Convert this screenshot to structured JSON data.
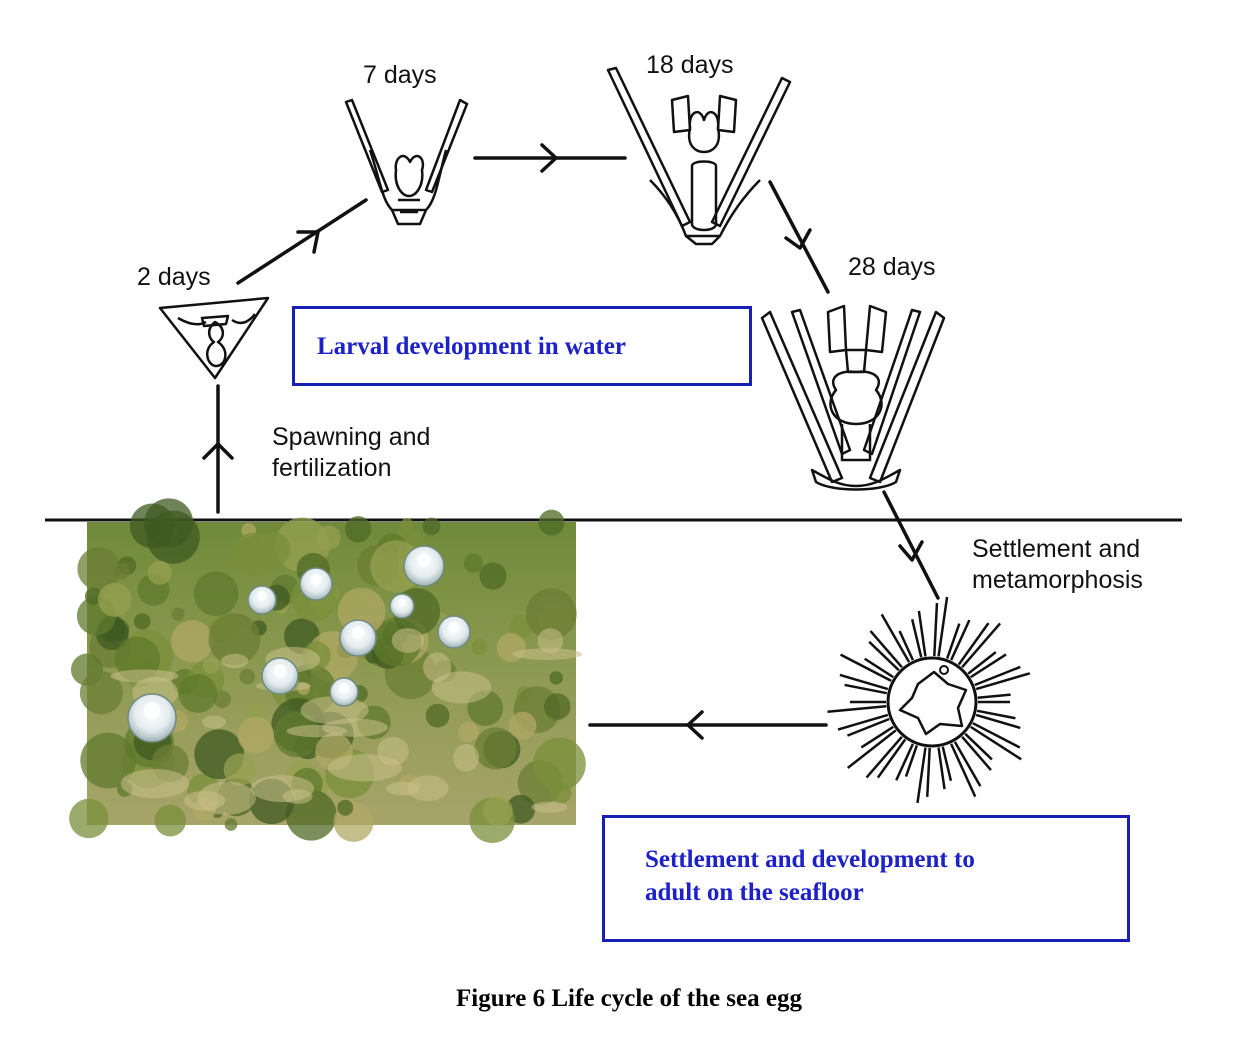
{
  "stages": {
    "day2": "2 days",
    "day7": "7 days",
    "day18": "18 days",
    "day28": "28 days"
  },
  "processes": {
    "spawning": "Spawning and\nfertilization",
    "settlement": "Settlement and\nmetamorphosis"
  },
  "boxes": {
    "larval": "Larval development in water",
    "seafloor": "Settlement and development to\nadult on the seafloor"
  },
  "caption": "Figure 6 Life cycle of the sea egg",
  "colors": {
    "box_border": "#1a1fb3",
    "box_text": "#1c22c8",
    "line": "#111111"
  }
}
